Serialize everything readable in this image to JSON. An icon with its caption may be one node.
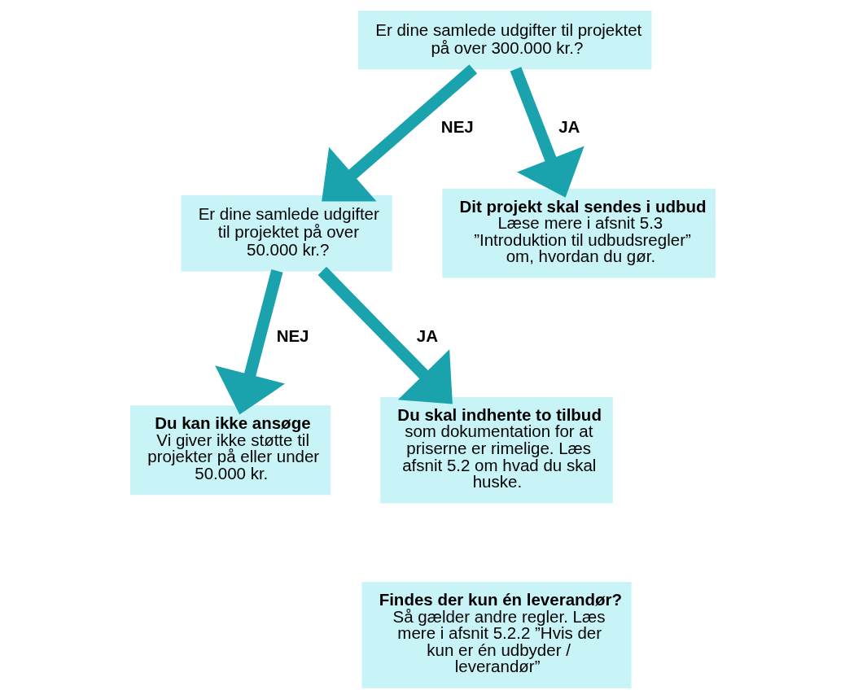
{
  "diagram": {
    "nodes": [
      {
        "text": [
          "Er dine samlede udgifter til projektet på over 300.000 kr.?"
        ]
      },
      {
        "text": [
          "Er dine samlede udgifter til projektet på over 50.000 kr.?"
        ]
      },
      {
        "text": [
          "Dit projekt skal sendes i udbud",
          "Læse mere i afsnit 5.3 ”Introduktion til udbudsregler” om, hvordan du gør."
        ]
      },
      {
        "text": [
          "Du kan ikke ansøge",
          "Vi giver ikke støtte til projekter på eller under 50.000 kr."
        ]
      },
      {
        "text": [
          "Du skal indhente to tilbud",
          "som dokumentation for at priserne er rimelige. Læs afsnit 5.2 om hvad du skal huske."
        ]
      },
      {
        "text": [
          "Findes der kun én leverandør?",
          "Så gælder andre regler. Læs mere i afsnit 5.2.2 ”Hvis der kun er én udbyder / leverandør”"
        ]
      }
    ],
    "edges": [
      {
        "from": 0,
        "to": 1,
        "arrow": "to",
        "label": "NEJ"
      },
      {
        "from": 0,
        "to": 2,
        "arrow": "to",
        "label": "JA"
      },
      {
        "from": 1,
        "to": 3,
        "arrow": "to",
        "label": "NEJ"
      },
      {
        "from": 1,
        "to": 4,
        "arrow": "to",
        "label": "JA"
      }
    ]
  }
}
